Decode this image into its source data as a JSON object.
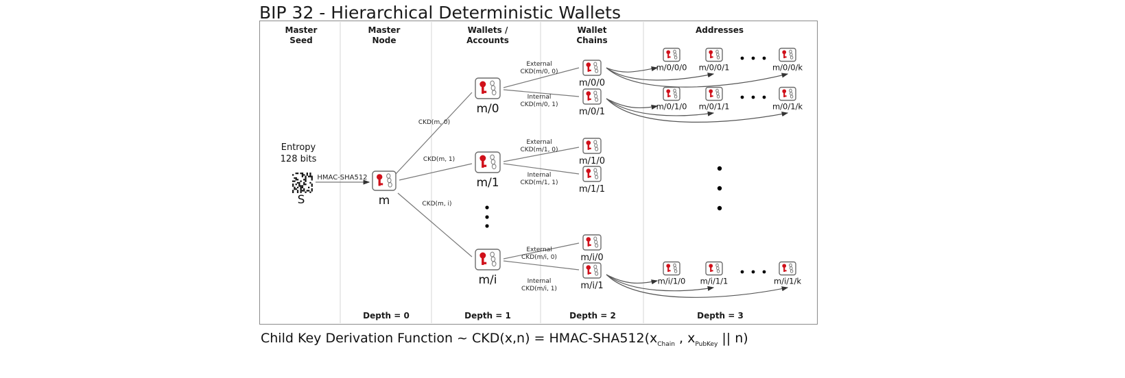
{
  "title": "BIP 32 - Hierarchical Deterministic Wallets",
  "columns": [
    {
      "line1": "Master",
      "line2": "Seed"
    },
    {
      "line1": "Master",
      "line2": "Node"
    },
    {
      "line1": "Wallets /",
      "line2": "Accounts"
    },
    {
      "line1": "Wallet",
      "line2": "Chains"
    },
    {
      "line1": "Addresses",
      "line2": ""
    }
  ],
  "depths": [
    "Depth = 0",
    "Depth = 1",
    "Depth = 2",
    "Depth = 3"
  ],
  "seed": {
    "entropy_line1": "Entropy",
    "entropy_line2": "128 bits",
    "label": "S",
    "icon": "qr-code-icon"
  },
  "master": {
    "label": "m",
    "edge_label": "HMAC-SHA512",
    "icon": "key-chain-icon"
  },
  "accounts": [
    {
      "label": "m/0",
      "edge_label": "CKD(m, 0)"
    },
    {
      "label": "m/1",
      "edge_label": "CKD(m, 1)"
    },
    {
      "label": "m/i",
      "edge_label": "CKD(m, i)"
    }
  ],
  "chains": [
    {
      "label": "m/0/0",
      "edge_type": "External",
      "edge_label": "CKD(m/0, 0)"
    },
    {
      "label": "m/0/1",
      "edge_type": "Internal",
      "edge_label": "CKD(m/0, 1)"
    },
    {
      "label": "m/1/0",
      "edge_type": "External",
      "edge_label": "CKD(m/1, 0)"
    },
    {
      "label": "m/1/1",
      "edge_type": "Internal",
      "edge_label": "CKD(m/1, 1)"
    },
    {
      "label": "m/i/0",
      "edge_type": "External",
      "edge_label": "CKD(m/i, 0)"
    },
    {
      "label": "m/i/1",
      "edge_type": "Internal",
      "edge_label": "CKD(m/i, 1)"
    }
  ],
  "address_rows": [
    {
      "labels": [
        "m/0/0/0",
        "m/0/0/1",
        "m/0/0/k"
      ]
    },
    {
      "labels": [
        "m/0/1/0",
        "m/0/1/1",
        "m/0/1/k"
      ]
    },
    {
      "labels": [
        "m/i/1/0",
        "m/i/1/1",
        "m/i/1/k"
      ]
    }
  ],
  "formula": {
    "prefix": "Child Key Derivation Function ~  CKD(x,n) = HMAC-SHA512(x",
    "sub1": "Chain",
    "mid": " , x",
    "sub2": "PubKey",
    "suffix": " || n)"
  },
  "colors": {
    "key_red": "#d0101a",
    "frame_gray": "#8a8a8a",
    "node_border": "#6b6b6b"
  }
}
